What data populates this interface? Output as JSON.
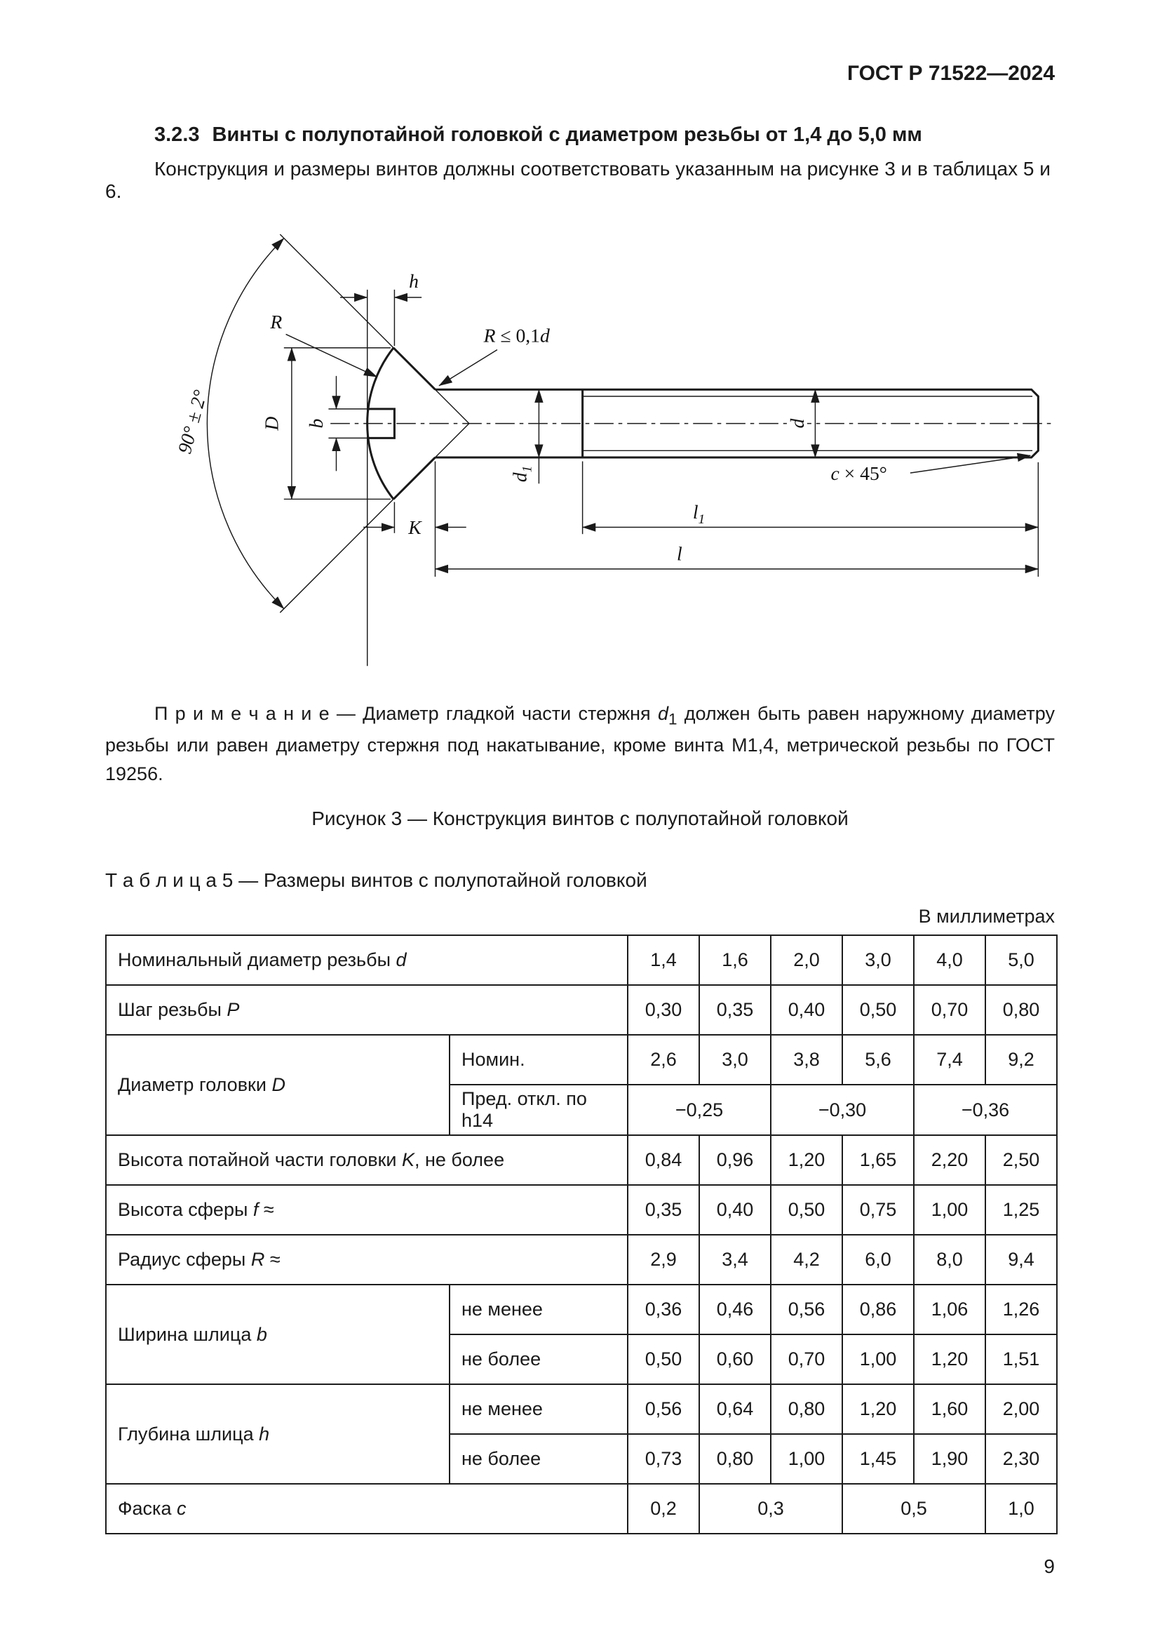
{
  "page": {
    "doc_code": "ГОСТ Р 71522—2024",
    "page_number": "9"
  },
  "section": {
    "number": "3.2.3",
    "title": "Винты с полупотайной головкой с диаметром резьбы от 1,4 до 5,0 мм",
    "paragraph": "Конструкция и размеры винтов должны соответствовать указанным на рисунке 3 и в таблицах 5 и 6."
  },
  "figure": {
    "caption": "Рисунок 3 — Конструкция винтов с полупотайной головкой",
    "note": {
      "lead": "П р и м е ч а н и е — Диаметр гладкой части стержня ",
      "d_sym": "d",
      "d_sub": "1",
      "tail": " должен быть равен наружному диаметру резьбы или равен диаметру стержня под накатывание, кроме винта М1,4, метрической резьбы по ГОСТ 19256."
    },
    "labels": {
      "h": "h",
      "r": "R",
      "rlim_r": "R",
      "rlim_mid": " ≤ 0,1",
      "rlim_d": "d",
      "angle": "90° ± 2°",
      "D": "D",
      "b": "b",
      "d1_sym": "d",
      "d1_sub": "1",
      "d": "d",
      "c_sym": "c",
      "c_rest": " × 45°",
      "K": "K",
      "l1_sym": "l",
      "l1_sub": "1",
      "l": "l"
    }
  },
  "table5": {
    "title": "Т а б л и ц а  5 — Размеры винтов с полупотайной головкой",
    "units": "В миллиметрах",
    "rows": {
      "d": {
        "pre": "Номинальный диаметр резьбы ",
        "sym": "d",
        "post": "",
        "values": [
          "1,4",
          "1,6",
          "2,0",
          "3,0",
          "4,0",
          "5,0"
        ]
      },
      "p": {
        "pre": "Шаг резьбы ",
        "sym": "P",
        "post": "",
        "values": [
          "0,30",
          "0,35",
          "0,40",
          "0,50",
          "0,70",
          "0,80"
        ]
      },
      "D": {
        "pre": "Диаметр головки ",
        "sym": "D",
        "post": "",
        "nom_label": "Номин.",
        "nom_values": [
          "2,6",
          "3,0",
          "3,8",
          "5,6",
          "7,4",
          "9,2"
        ],
        "dev_label": "Пред. откл. по h14",
        "dev_values": [
          "−0,25",
          "−0,30",
          "−0,36"
        ]
      },
      "K": {
        "pre": "Высота потайной части головки ",
        "sym": "K",
        "post": ", не более",
        "values": [
          "0,84",
          "0,96",
          "1,20",
          "1,65",
          "2,20",
          "2,50"
        ]
      },
      "f": {
        "pre": "Высота сферы ",
        "sym": "f",
        "post": " ≈",
        "values": [
          "0,35",
          "0,40",
          "0,50",
          "0,75",
          "1,00",
          "1,25"
        ]
      },
      "R": {
        "pre": "Радиус сферы ",
        "sym": "R",
        "post": " ≈",
        "values": [
          "2,9",
          "3,4",
          "4,2",
          "6,0",
          "8,0",
          "9,4"
        ]
      },
      "b": {
        "pre": "Ширина шлица ",
        "sym": "b",
        "post": "",
        "min_label": "не менее",
        "min_values": [
          "0,36",
          "0,46",
          "0,56",
          "0,86",
          "1,06",
          "1,26"
        ],
        "max_label": "не более",
        "max_values": [
          "0,50",
          "0,60",
          "0,70",
          "1,00",
          "1,20",
          "1,51"
        ]
      },
      "h": {
        "pre": "Глубина шлица ",
        "sym": "h",
        "post": "",
        "min_label": "не менее",
        "min_values": [
          "0,56",
          "0,64",
          "0,80",
          "1,20",
          "1,60",
          "2,00"
        ],
        "max_label": "не более",
        "max_values": [
          "0,73",
          "0,80",
          "1,00",
          "1,45",
          "1,90",
          "2,30"
        ]
      },
      "c": {
        "pre": "Фаска ",
        "sym": "c",
        "post": "",
        "values": [
          "0,2",
          "0,3",
          "0,5",
          "1,0"
        ]
      }
    }
  }
}
